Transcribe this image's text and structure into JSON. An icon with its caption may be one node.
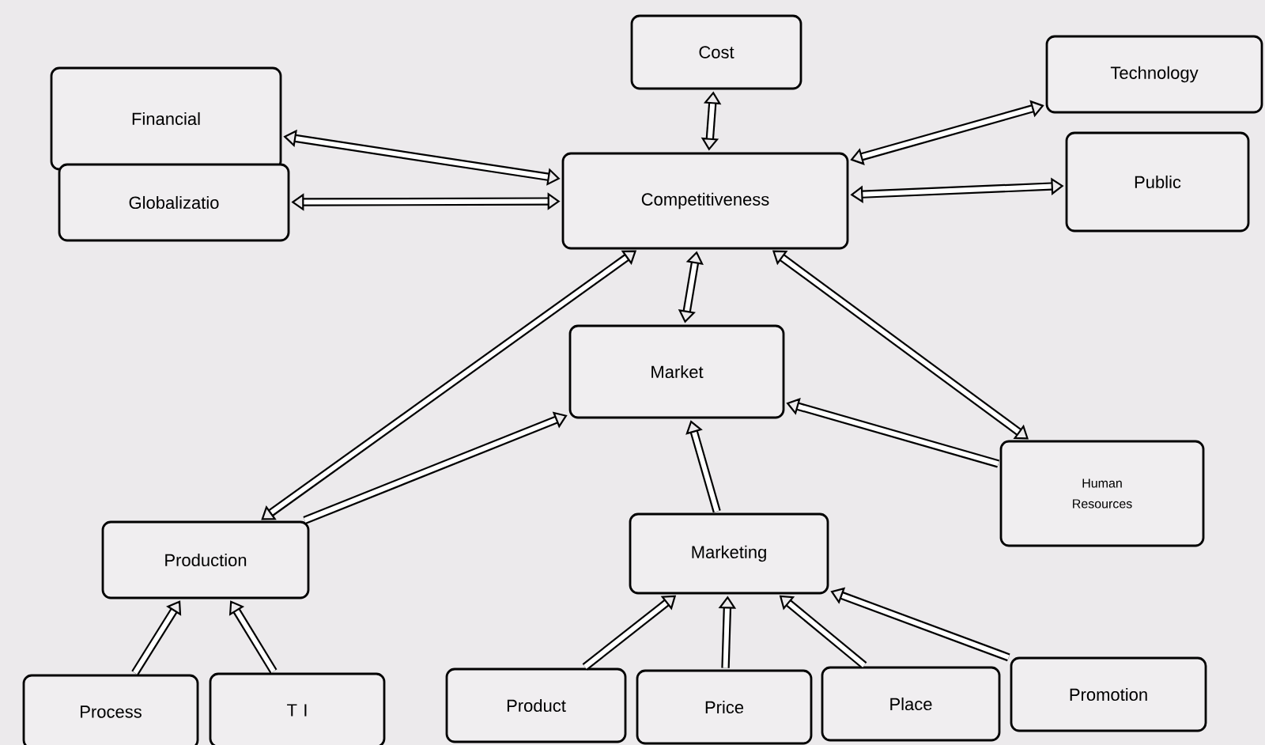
{
  "diagram": {
    "nodes": [
      {
        "text": [
          "Financial"
        ]
      },
      {
        "text": [
          "Globalizatio"
        ]
      },
      {
        "text": [
          "Cost"
        ]
      },
      {
        "text": [
          "Competitiveness"
        ]
      },
      {
        "text": [
          "Technology"
        ]
      },
      {
        "text": [
          "Public"
        ]
      },
      {
        "text": [
          "Market"
        ]
      },
      {
        "text": [
          "Human Resources"
        ]
      },
      {
        "text": [
          "Production"
        ]
      },
      {
        "text": [
          "Marketing"
        ]
      },
      {
        "text": [
          "Process"
        ]
      },
      {
        "text": [
          "T I"
        ]
      },
      {
        "text": [
          "Product"
        ]
      },
      {
        "text": [
          "Price"
        ]
      },
      {
        "text": [
          "Place"
        ]
      },
      {
        "text": [
          "Promotion"
        ]
      }
    ],
    "edges": [
      {
        "from": 0,
        "to": 3,
        "arrow": "both"
      },
      {
        "from": 1,
        "to": 3,
        "arrow": "both"
      },
      {
        "from": 2,
        "to": 3,
        "arrow": "both"
      },
      {
        "from": 3,
        "to": 4,
        "arrow": "both"
      },
      {
        "from": 3,
        "to": 5,
        "arrow": "both"
      },
      {
        "from": 3,
        "to": 6,
        "arrow": "both"
      },
      {
        "from": 3,
        "to": 8,
        "arrow": "both"
      },
      {
        "from": 3,
        "to": 7,
        "arrow": "both"
      },
      {
        "from": 7,
        "to": 6,
        "arrow": "to"
      },
      {
        "from": 8,
        "to": 6,
        "arrow": "to"
      },
      {
        "from": 9,
        "to": 6,
        "arrow": "to"
      },
      {
        "from": 10,
        "to": 8,
        "arrow": "to"
      },
      {
        "from": 11,
        "to": 8,
        "arrow": "to"
      },
      {
        "from": 12,
        "to": 9,
        "arrow": "to"
      },
      {
        "from": 13,
        "to": 9,
        "arrow": "to"
      },
      {
        "from": 14,
        "to": 9,
        "arrow": "to"
      },
      {
        "from": 15,
        "to": 9,
        "arrow": "to"
      }
    ]
  }
}
